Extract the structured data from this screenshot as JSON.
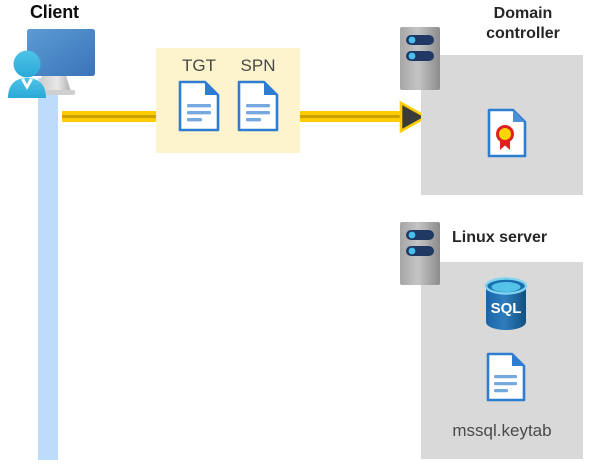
{
  "diagram": {
    "title": "Kerberos authentication flow between client, domain controller and Linux server",
    "background": "#ffffff"
  },
  "client": {
    "title": "Client",
    "icon": "client-computer-icon",
    "lifeline_color": "#bddbfb",
    "title_color": "#0d0d0d"
  },
  "message": {
    "box_color": "#fdf3cd",
    "arrow_color": "#ffcc00",
    "arrow_head_color": "#3b3b3b",
    "tokens": [
      {
        "label": "TGT",
        "icon": "document-icon"
      },
      {
        "label": "SPN",
        "icon": "document-icon"
      }
    ]
  },
  "domain_controller": {
    "title_line1": "Domain",
    "title_line2": "controller",
    "server_icon": "server-icon",
    "box_color": "#d9d9d9",
    "contents": [
      {
        "icon": "certificate-document-icon",
        "label": ""
      }
    ]
  },
  "linux_server": {
    "title": "Linux server",
    "server_icon": "server-icon",
    "box_color": "#d9d9d9",
    "contents": [
      {
        "icon": "sql-database-icon",
        "label": "SQL"
      },
      {
        "icon": "document-icon",
        "label": "mssql.keytab"
      }
    ],
    "keytab_label": "mssql.keytab",
    "sql_label": "SQL"
  }
}
